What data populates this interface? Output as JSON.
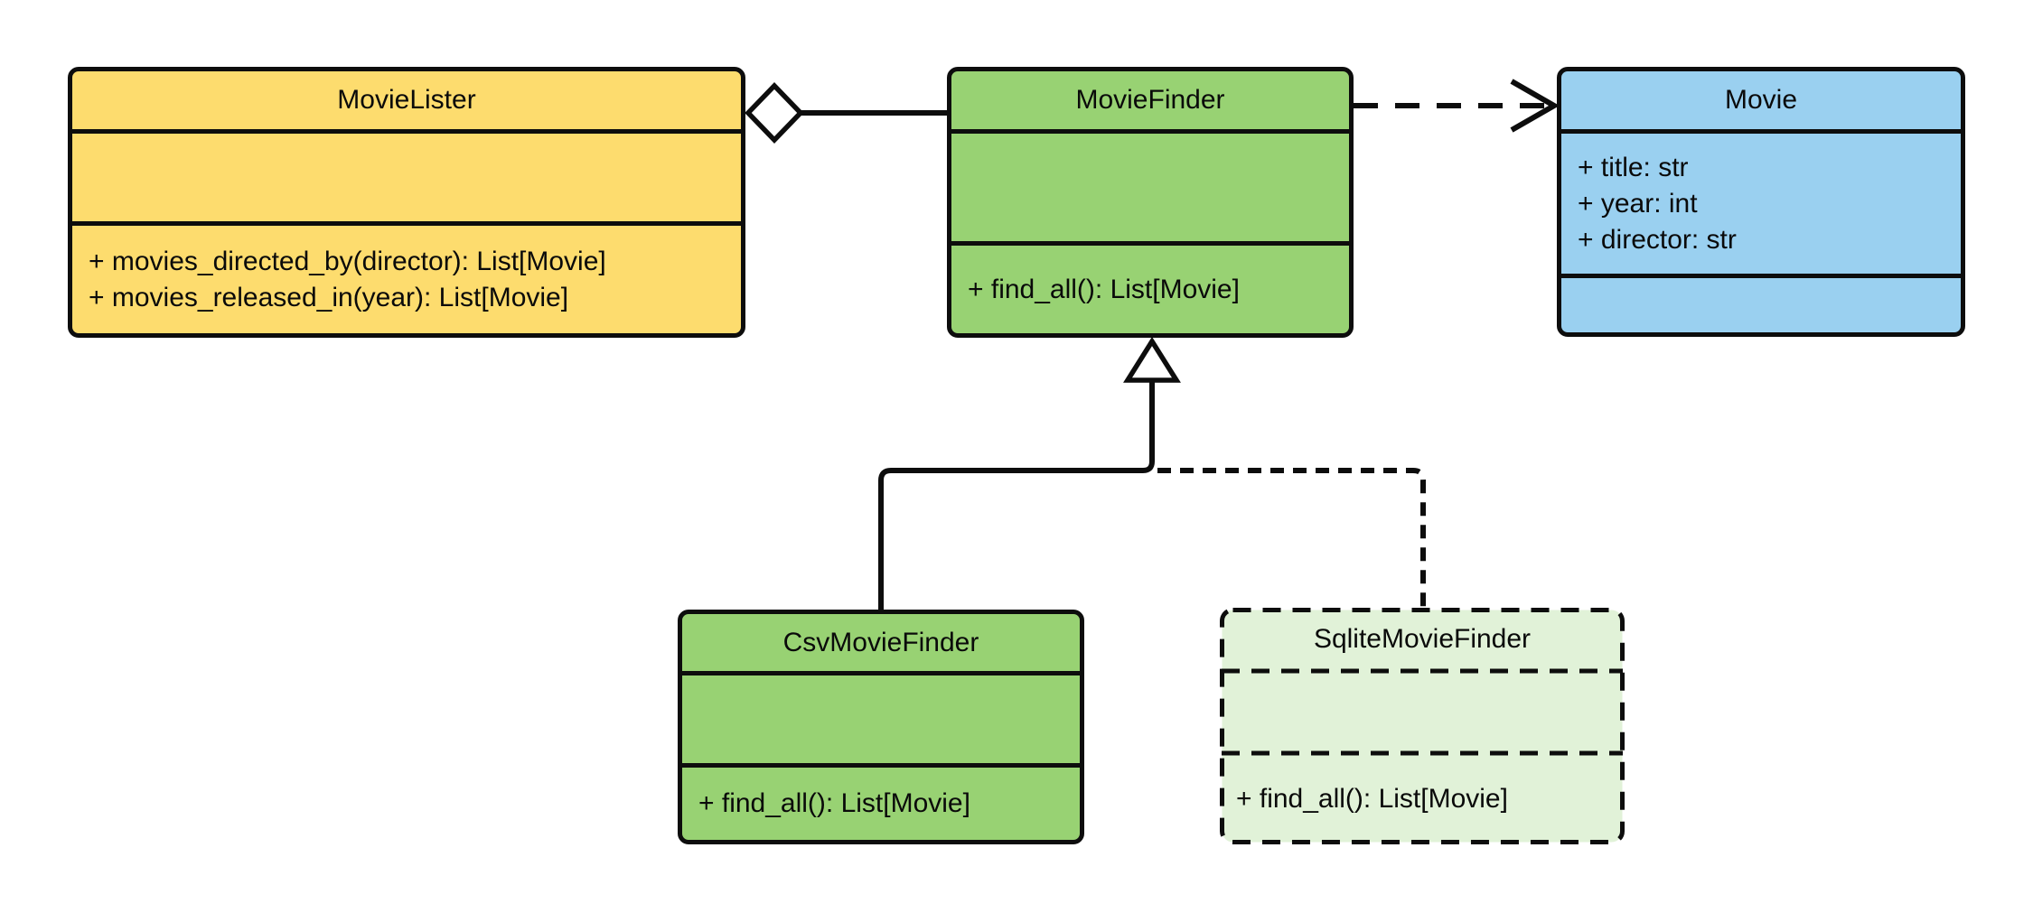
{
  "classes": {
    "movie_lister": {
      "name": "MovieLister",
      "fill": "#FDDC6E",
      "attributes": [],
      "methods": [
        "+ movies_directed_by(director): List[Movie]",
        "+ movies_released_in(year): List[Movie]"
      ]
    },
    "movie_finder": {
      "name": "MovieFinder",
      "fill": "#98D273",
      "attributes": [],
      "methods": [
        "+ find_all(): List[Movie]"
      ]
    },
    "movie": {
      "name": "Movie",
      "fill": "#9AD0F0",
      "attributes": [
        "+ title: str",
        "+ year: int",
        "+ director: str"
      ],
      "methods": []
    },
    "csv_movie_finder": {
      "name": "CsvMovieFinder",
      "fill": "#98D273",
      "attributes": [],
      "methods": [
        "+ find_all(): List[Movie]"
      ]
    },
    "sqlite_movie_finder": {
      "name": "SqliteMovieFinder",
      "fill": "#E1F2D8",
      "border_style": "dashed",
      "attributes": [],
      "methods": [
        "+ find_all(): List[Movie]"
      ]
    }
  },
  "relationships": [
    {
      "type": "aggregation",
      "source": "MovieLister",
      "target": "MovieFinder",
      "line": "solid",
      "marker": "hollow-diamond",
      "marker_at": "source"
    },
    {
      "type": "dependency",
      "source": "MovieFinder",
      "target": "Movie",
      "line": "dashed",
      "marker": "open-arrowhead",
      "marker_at": "target"
    },
    {
      "type": "generalization",
      "source": "CsvMovieFinder",
      "target": "MovieFinder",
      "line": "solid",
      "marker": "hollow-triangle",
      "marker_at": "target"
    },
    {
      "type": "generalization",
      "source": "SqliteMovieFinder",
      "target": "MovieFinder",
      "line": "dashed",
      "marker": "hollow-triangle",
      "marker_at": "target"
    }
  ],
  "colors": {
    "border": "#0D0D0D",
    "yellow_fill": "#FDDC6E",
    "green_fill": "#98D273",
    "light_green_fill": "#E1F2D8",
    "blue_fill": "#9AD0F0",
    "background": "#FFFFFF"
  }
}
